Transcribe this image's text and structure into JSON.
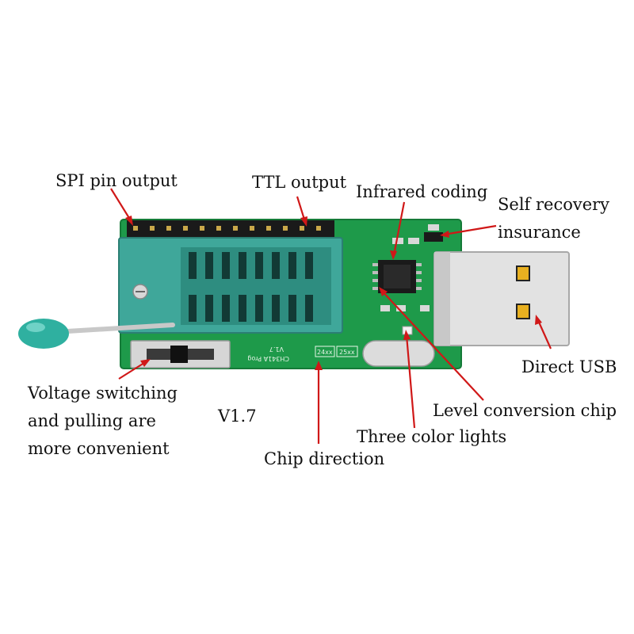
{
  "labels": {
    "spi_pin_output": "SPI pin output",
    "ttl_output": "TTL output",
    "infrared_coding": "Infrared coding",
    "self_recovery_line1": "Self recovery",
    "self_recovery_line2": "insurance",
    "direct_usb": "Direct USB",
    "level_conversion_chip": "Level conversion chip",
    "three_color_lights": "Three color lights",
    "chip_direction": "Chip direction",
    "version": "V1.7",
    "voltage_line1": "Voltage switching",
    "voltage_line2": "and pulling are",
    "voltage_line3": "more convenient"
  },
  "board": {
    "silkscreen_model": "CH341A Prog",
    "silkscreen_version": "V1.7",
    "chip_24": "24xx",
    "chip_25": "25xx"
  },
  "colors": {
    "pcb": "#1e9a4a",
    "zif_socket": "#3fa79a",
    "lever_knob": "#2fb0a0",
    "usb_metal": "#e2e2e2",
    "arrow": "#d01818"
  }
}
